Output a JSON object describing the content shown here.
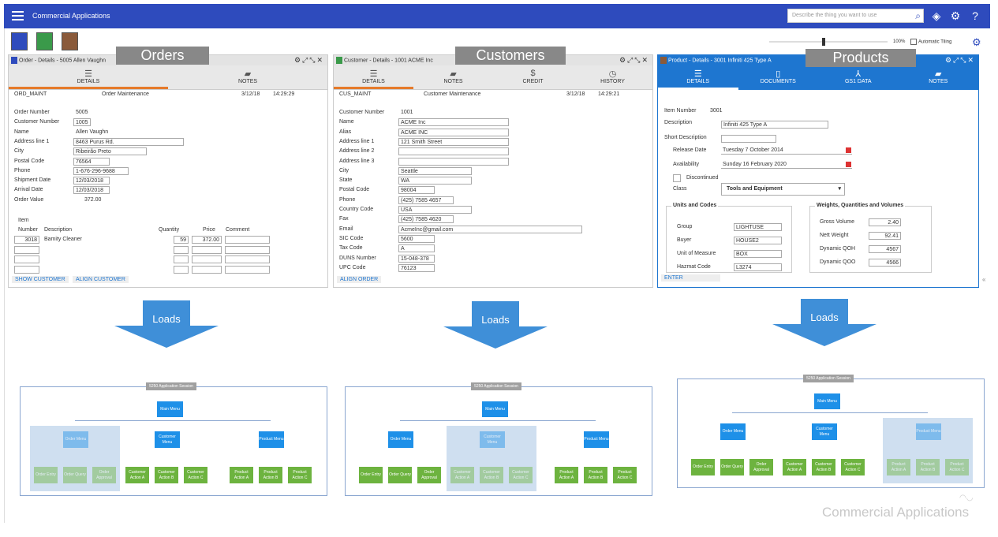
{
  "app": {
    "title": "Commercial Applications",
    "search_placeholder": "Describe the thing you want to use",
    "zoom": "100%",
    "auto_tiling": "Automatic Tiling"
  },
  "orders": {
    "ribbon": "Orders",
    "title": "Order - Details - 5005 Allen Vaughn",
    "tabs": [
      "DETAILS",
      "NOTES"
    ],
    "program": "ORD_MAINT",
    "program_desc": "Order Maintenance",
    "date": "3/12/18",
    "time": "14:29:29",
    "labels": [
      "Order Number",
      "Customer Number",
      "Name",
      "Address line 1",
      "City",
      "Postal Code",
      "Phone",
      "Shipment Date",
      "Arrival Date",
      "Order Value"
    ],
    "values": [
      "5005",
      "1005",
      "Allen Vaughn",
      "8463 Purus Rd.",
      "Ribeirão Preto",
      "76564",
      "1-676-296-9688",
      "12/03/2018",
      "12/03/2018",
      "372.00"
    ],
    "item_label": "Item",
    "cols": [
      "Number",
      "Description",
      "Quantity",
      "Price",
      "Comment"
    ],
    "row": {
      "number": "3018",
      "desc": "Bamity Cleaner",
      "qty": "59",
      "price": "372.00"
    },
    "links": [
      "SHOW CUSTOMER",
      "ALIGN CUSTOMER"
    ]
  },
  "customers": {
    "ribbon": "Customers",
    "title": "Customer - Details - 1001 ACME Inc",
    "tabs": [
      "DETAILS",
      "NOTES",
      "CREDIT",
      "HISTORY"
    ],
    "program": "CUS_MAINT",
    "program_desc": "Customer Maintenance",
    "date": "3/12/18",
    "time": "14:29:21",
    "labels": [
      "Customer Number",
      "Name",
      "Alias",
      "Address line 1",
      "Address line 2",
      "Address line 3",
      "City",
      "State",
      "Postal Code",
      "Phone",
      "Country Code",
      "Fax",
      "Email",
      "SIC Code",
      "Tax Code",
      "DUNS Number",
      "UPC Code"
    ],
    "values": [
      "1001",
      "ACME Inc",
      "ACME INC",
      "121 Smith Street",
      "",
      "",
      "Seattle",
      "WA",
      "98004",
      "(425) 7585 4657",
      "USA",
      "(425) 7585 4620",
      "AcmeInc@gmail.com",
      "5600",
      "A",
      "15-048-378",
      "76123"
    ],
    "links": [
      "ALIGN ORDER"
    ]
  },
  "products": {
    "ribbon": "Products",
    "title": "Product - Details - 3001 Infiniti 425 Type A",
    "tabs": [
      "DETAILS",
      "DOCUMENTS",
      "GS1 DATA",
      "NOTES"
    ],
    "item_number_label": "Item Number",
    "item_number": "3001",
    "description_label": "Description",
    "description": "Infiniti 425 Type A",
    "short_desc_label": "Short Description",
    "release_label": "Release Date",
    "release": "Tuesday 7 October 2014",
    "avail_label": "Availability",
    "avail": "Sunday 16 February 2020",
    "discontinued": "Discontinued",
    "class_label": "Class",
    "class_value": "Tools and Equipment",
    "units_title": "Units and Codes",
    "units_labels": [
      "Group",
      "Buyer",
      "Unit of Measure",
      "Hazmat Code"
    ],
    "units_values": [
      "LIGHTUSE",
      "HOUSE2",
      "BOX",
      "L3274"
    ],
    "weights_title": "Weights, Quantities and Volumes",
    "weights_labels": [
      "Gross Volume",
      "Nett Weight",
      "Dynamic QOH",
      "Dynamic QOO"
    ],
    "weights_values": [
      "2.40",
      "92.41",
      "4567",
      "4566"
    ],
    "links": [
      "ENTER"
    ]
  },
  "arrows": [
    "Loads",
    "Loads",
    "Loads"
  ],
  "diagram": {
    "session": "5250 Application Session",
    "main": "Main Menu",
    "menus": [
      "Order Menu",
      "Customer Menu",
      "Product Menu"
    ],
    "children": [
      [
        "Order Entry",
        "Order Query",
        "Order Approval"
      ],
      [
        "Customer Action A",
        "Customer Action B",
        "Customer Action C"
      ],
      [
        "Product Action A",
        "Product Action B",
        "Product Action C"
      ]
    ]
  },
  "watermark": "Commercial Applications"
}
